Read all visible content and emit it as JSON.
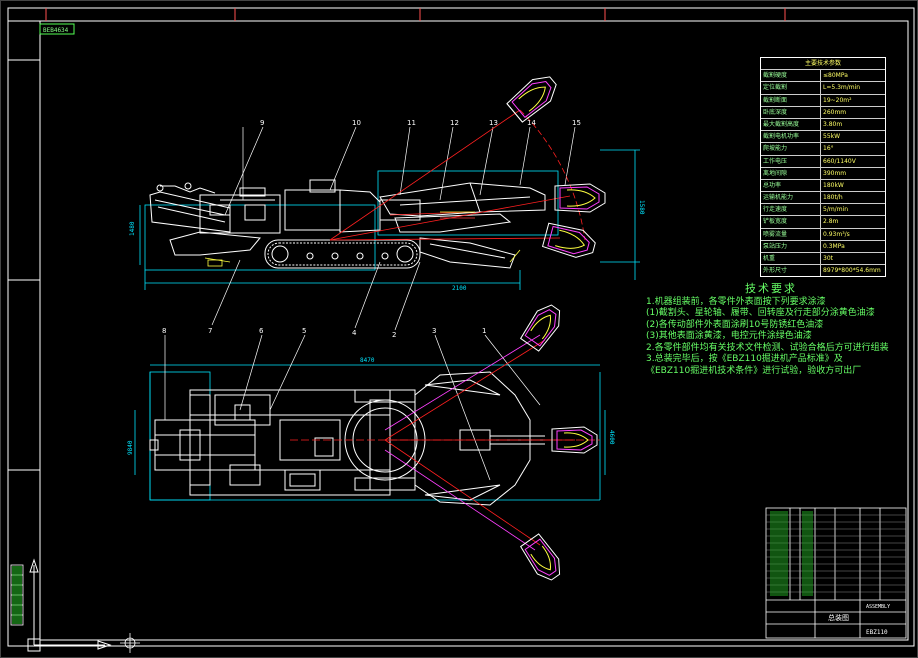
{
  "drawing": {
    "corner_tag": "BEB4634",
    "callouts": [
      "1",
      "2",
      "3",
      "4",
      "5",
      "6",
      "7",
      "8",
      "9",
      "10",
      "11",
      "12",
      "13",
      "14",
      "15"
    ],
    "dimension_labels": {
      "side_height": "1580",
      "side_width": "2100",
      "side_length": "1480",
      "plan_length": "8470",
      "plan_total": "9840",
      "plan_width": "4600"
    }
  },
  "params_table": {
    "title": "主要技术参数",
    "rows": [
      {
        "k": "截割硬度",
        "v": "≤80MPa"
      },
      {
        "k": "定位截割",
        "v": "L=5.3m/min"
      },
      {
        "k": "截割断面",
        "v": "19~20m²"
      },
      {
        "k": "卧底深度",
        "v": "260mm"
      },
      {
        "k": "最大截割高度",
        "v": "3.80m"
      },
      {
        "k": "截割电机功率",
        "v": "55kW"
      },
      {
        "k": "爬坡能力",
        "v": "16°"
      },
      {
        "k": "工作电压",
        "v": "660/1140V"
      },
      {
        "k": "离地间隙",
        "v": "390mm"
      },
      {
        "k": "总功率",
        "v": "180kW"
      },
      {
        "k": "运输机能力",
        "v": "180t/h"
      },
      {
        "k": "行走速度",
        "v": "5/m/min"
      },
      {
        "k": "铲板宽度",
        "v": "2.8m"
      },
      {
        "k": "喷雾流量",
        "v": "0.93m³/s"
      },
      {
        "k": "泵站压力",
        "v": "0.3MPa"
      },
      {
        "k": "机重",
        "v": "30t"
      },
      {
        "k": "外形尺寸",
        "v": "8979*800*54.6mm"
      }
    ]
  },
  "tech_requirements": {
    "title": "技术要求",
    "lines": [
      "1.机器组装前，各零件外表面按下列要求涂漆",
      "  (1)截割头、星轮轴、履带、回转座及行走部分涂黄色油漆",
      "  (2)各传动部件外表面涂刷10号防锈红色油漆",
      "  (3)其他表面涂黄漆，电控元件涂绿色油漆",
      "2.各零件部件均有关技术文件检测、试验合格后方可进行组装",
      "3.总装完毕后，按《EBZ110掘进机产品标准》及",
      "  《EBZ110掘进机技术条件》进行试验，验收方可出厂"
    ]
  },
  "title_block": {
    "drawing_name": "总装图",
    "drawing_no": "EBZ110",
    "company": "ASSEMBLY"
  },
  "colors": {
    "frame": "#ffffff",
    "machine": "#ffffff",
    "cyan": "#00e5ff",
    "red": "#ff2020",
    "magenta": "#ff40ff",
    "yellow": "#ffff40",
    "green": "#40ff40"
  }
}
